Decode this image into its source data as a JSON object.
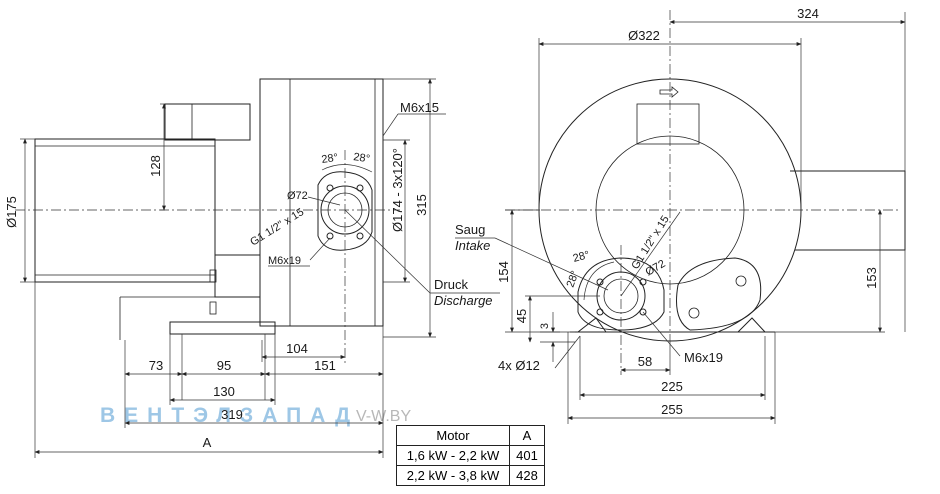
{
  "watermark": {
    "brand": "ВЕНТЭЛЗАПАД",
    "site": "V-W.BY"
  },
  "side_view": {
    "dim_A": "A",
    "dim_319": "319",
    "dim_130": "130",
    "dim_73": "73",
    "dim_95": "95",
    "dim_104": "104",
    "dim_151": "151",
    "dim_175": "Ø175",
    "dim_128": "128",
    "dim_315": "315",
    "bolt_circle": "Ø174 - 3x120°",
    "thread_top": "M6x15",
    "flange_dia": "Ø72",
    "thread_g": "G1 1/2\" x 15",
    "thread_m19": "M6x19",
    "angle_a": "28°",
    "angle_b": "28°",
    "discharge_de": "Druck",
    "discharge_en": "Discharge"
  },
  "front_view": {
    "dim_324": "324",
    "dim_322": "Ø322",
    "intake_de": "Saug",
    "intake_en": "Intake",
    "dim_154": "154",
    "dim_153": "153",
    "dim_45": "45",
    "dim_3": "3",
    "angle_a": "28°",
    "angle_b": "28°",
    "thread_g": "G1 1/2\" x 15",
    "flange_dia": "Ø72",
    "holes": "4x Ø12",
    "dim_58": "58",
    "thread_m19": "M6x19",
    "dim_225": "225",
    "dim_255": "255"
  },
  "motor_table": {
    "headers": [
      "Motor",
      "A"
    ],
    "rows": [
      [
        "1,6 kW - 2,2 kW",
        "401"
      ],
      [
        "2,2 kW - 3,8 kW",
        "428"
      ]
    ]
  }
}
